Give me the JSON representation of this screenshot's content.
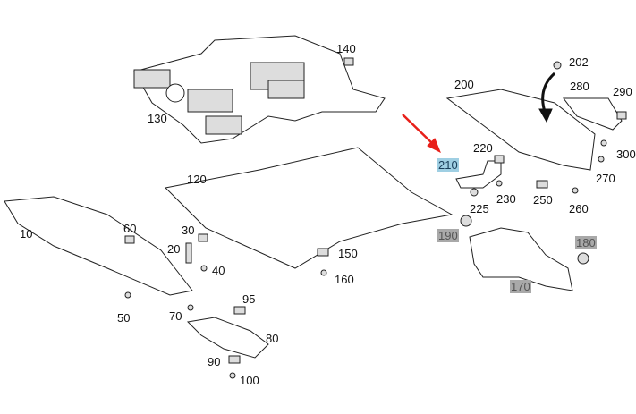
{
  "colors": {
    "arrow_red": "#e8201a",
    "highlight_blue": "#9fcfe3",
    "highlight_gray": "#a9a9a9",
    "line": "#222222"
  },
  "labels": [
    {
      "id": "140",
      "text": "140",
      "style": "plain"
    },
    {
      "id": "130",
      "text": "130",
      "style": "plain"
    },
    {
      "id": "202",
      "text": "202",
      "style": "plain"
    },
    {
      "id": "200",
      "text": "200",
      "style": "plain"
    },
    {
      "id": "280",
      "text": "280",
      "style": "plain"
    },
    {
      "id": "290",
      "text": "290",
      "style": "plain"
    },
    {
      "id": "300",
      "text": "300",
      "style": "plain"
    },
    {
      "id": "210",
      "text": "210",
      "style": "highlight-blue"
    },
    {
      "id": "220",
      "text": "220",
      "style": "plain"
    },
    {
      "id": "230",
      "text": "230",
      "style": "plain"
    },
    {
      "id": "225",
      "text": "225",
      "style": "plain"
    },
    {
      "id": "250",
      "text": "250",
      "style": "plain"
    },
    {
      "id": "260",
      "text": "260",
      "style": "plain"
    },
    {
      "id": "270",
      "text": "270",
      "style": "plain"
    },
    {
      "id": "120",
      "text": "120",
      "style": "plain"
    },
    {
      "id": "10",
      "text": "10",
      "style": "plain"
    },
    {
      "id": "60",
      "text": "60",
      "style": "plain"
    },
    {
      "id": "30",
      "text": "30",
      "style": "plain"
    },
    {
      "id": "20",
      "text": "20",
      "style": "plain"
    },
    {
      "id": "40",
      "text": "40",
      "style": "plain"
    },
    {
      "id": "150",
      "text": "150",
      "style": "plain"
    },
    {
      "id": "160",
      "text": "160",
      "style": "plain"
    },
    {
      "id": "190",
      "text": "190",
      "style": "highlight-gray"
    },
    {
      "id": "180",
      "text": "180",
      "style": "highlight-gray"
    },
    {
      "id": "170",
      "text": "170",
      "style": "highlight-gray"
    },
    {
      "id": "50",
      "text": "50",
      "style": "plain"
    },
    {
      "id": "70",
      "text": "70",
      "style": "plain"
    },
    {
      "id": "95",
      "text": "95",
      "style": "plain"
    },
    {
      "id": "80",
      "text": "80",
      "style": "plain"
    },
    {
      "id": "90",
      "text": "90",
      "style": "plain"
    },
    {
      "id": "100",
      "text": "100",
      "style": "plain"
    }
  ]
}
